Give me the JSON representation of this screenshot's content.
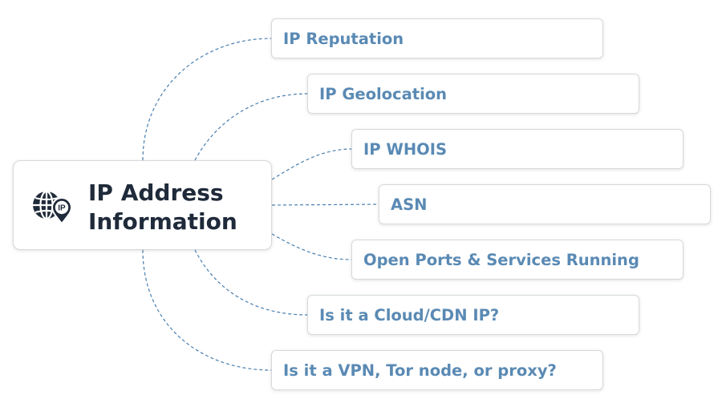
{
  "center": {
    "title_line1": "IP Address",
    "title_line2": "Information",
    "icon": "globe-ip-pin-icon",
    "icon_badge": "IP"
  },
  "branches": [
    {
      "label": "IP Reputation"
    },
    {
      "label": "IP Geolocation"
    },
    {
      "label": "IP WHOIS"
    },
    {
      "label": "ASN"
    },
    {
      "label": "Open Ports & Services Running"
    },
    {
      "label": "Is it a Cloud/CDN IP?"
    },
    {
      "label": "Is it a VPN, Tor node, or proxy?"
    }
  ],
  "colors": {
    "branch_text": "#5a8ab4",
    "center_text": "#1f2a3a",
    "connector": "#4a7fb0",
    "card_border": "#d6d9dd"
  }
}
